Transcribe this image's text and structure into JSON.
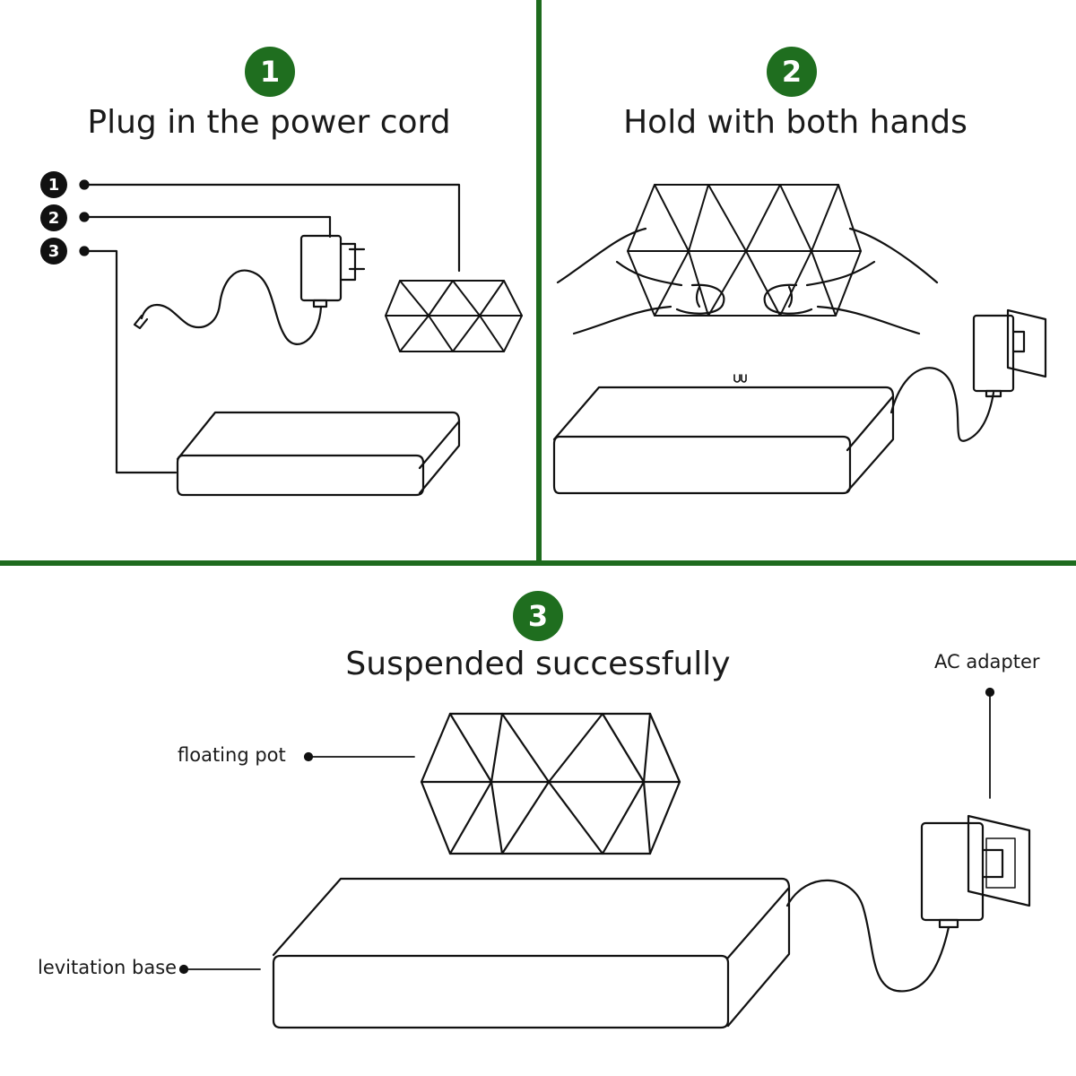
{
  "steps": [
    {
      "number": "1",
      "title": "Plug in the power cord"
    },
    {
      "number": "2",
      "title": "Hold with both hands"
    },
    {
      "number": "3",
      "title": "Suspended successfully"
    }
  ],
  "legend_markers": [
    "1",
    "2",
    "3"
  ],
  "callouts": {
    "floating_pot": "floating pot",
    "levitation_base": "levitation base",
    "ac_adapter": "AC adapter"
  },
  "colors": {
    "accent": "#1f6e1f",
    "line": "#111111"
  }
}
